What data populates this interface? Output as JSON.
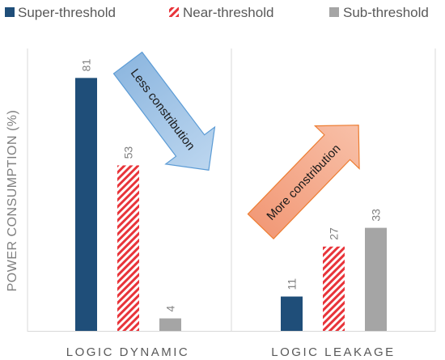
{
  "chart_data": {
    "type": "bar",
    "title": "",
    "xlabel": "",
    "ylabel": "POWER CONSUMPTION (%)",
    "ylim": [
      0,
      100
    ],
    "grid": false,
    "legend_position": "top",
    "categories": [
      "LOGIC DYNAMIC",
      "LOGIC LEAKAGE"
    ],
    "series": [
      {
        "name": "Super-threshold",
        "values": [
          81,
          11
        ],
        "color": "#1f4e79",
        "pattern": "solid"
      },
      {
        "name": "Near-threshold",
        "values": [
          53,
          27
        ],
        "color": "#e8343a",
        "pattern": "diagonal-hatch"
      },
      {
        "name": "Sub-threshold",
        "values": [
          4,
          33
        ],
        "color": "#a5a5a5",
        "pattern": "solid"
      }
    ],
    "annotations": [
      {
        "text": "Less constribution",
        "direction": "down-right",
        "color": "#9dc3e6"
      },
      {
        "text": "More constribution",
        "direction": "up-right",
        "color": "#f4a582"
      }
    ]
  }
}
